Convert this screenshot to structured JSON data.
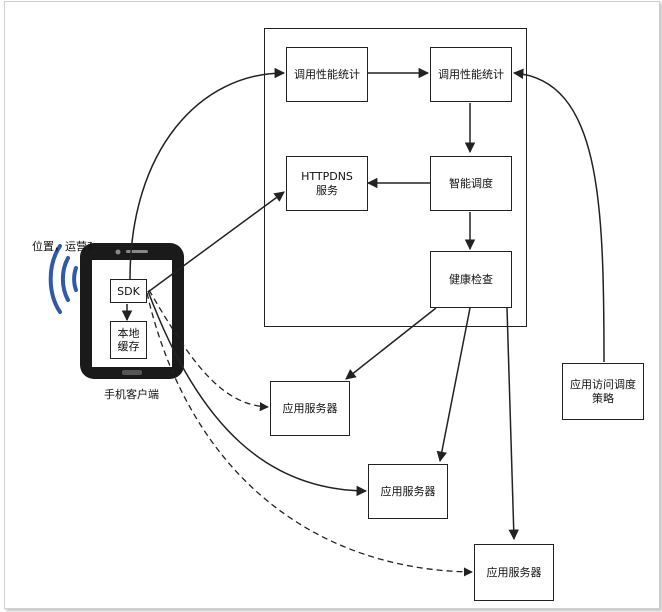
{
  "nodes": {
    "stats1": "调用性能统计",
    "stats2": "调用性能统计",
    "httpdns_line1": "HTTPDNS",
    "httpdns_line2": "服务",
    "scheduler": "智能调度",
    "health": "健康检查",
    "server1": "应用服务器",
    "server2": "应用服务器",
    "server3": "应用服务器",
    "policy_line1": "应用访问调度",
    "policy_line2": "策略"
  },
  "phone": {
    "sdk": "SDK",
    "cache_line1": "本地",
    "cache_line2": "缓存",
    "caption": "手机客户端",
    "signal_label": "位置，运营商"
  },
  "colors": {
    "signal": "#2f5aa8",
    "phone_body": "#1a1a1a",
    "stroke": "#222222"
  }
}
